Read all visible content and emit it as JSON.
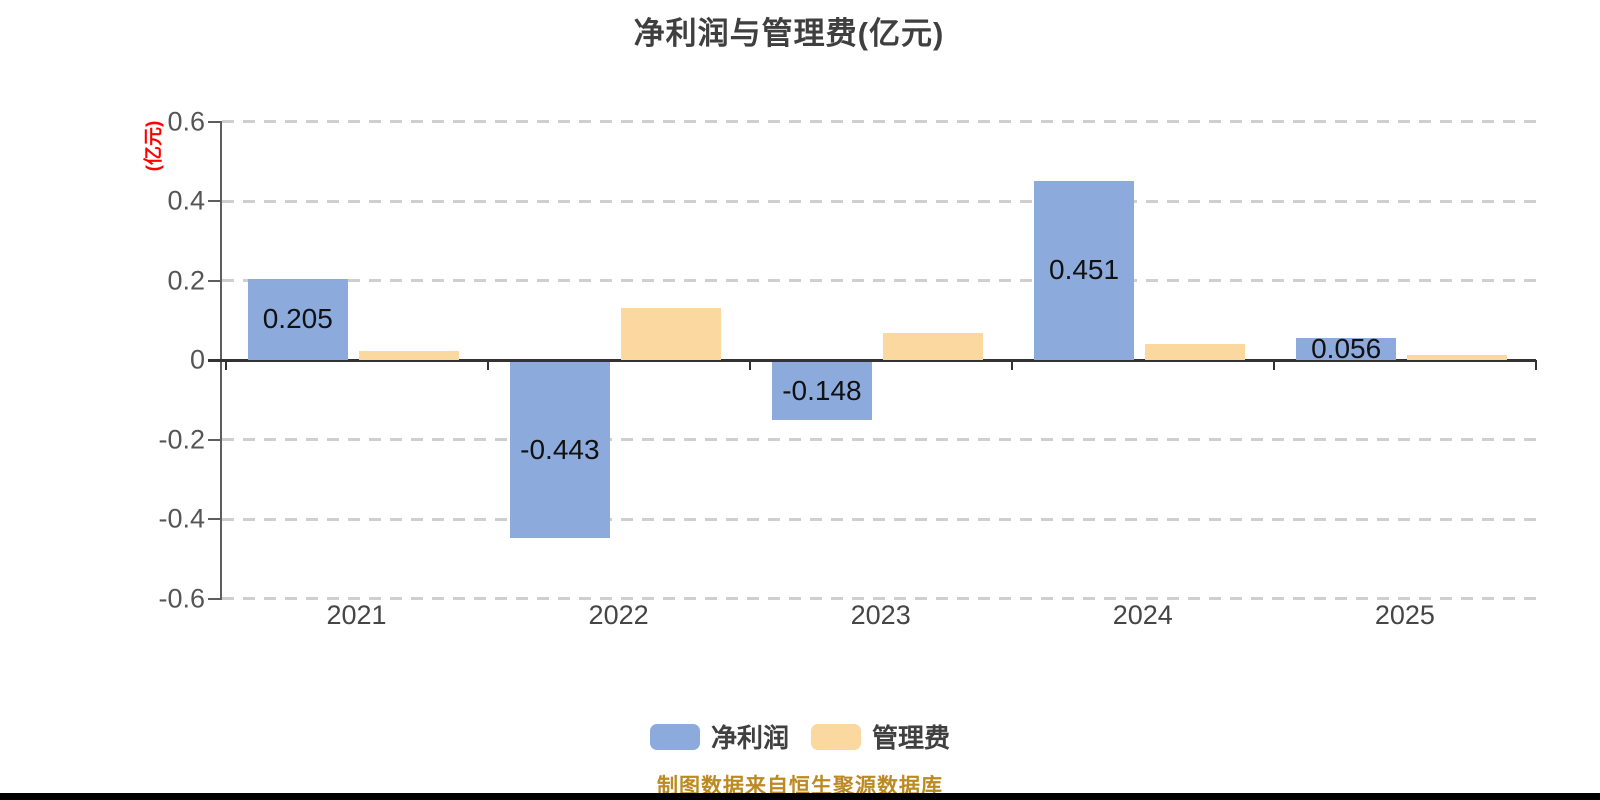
{
  "chart_data": {
    "type": "bar",
    "title": "净利润与管理费(亿元)",
    "unit_label": "(亿元)",
    "categories": [
      "2021",
      "2022",
      "2023",
      "2024",
      "2025"
    ],
    "series": [
      {
        "name": "净利润",
        "color": "#8caadb",
        "values": [
          0.205,
          -0.443,
          -0.148,
          0.451,
          0.056
        ],
        "labels": [
          "0.205",
          "-0.443",
          "-0.148",
          "0.451",
          "0.056"
        ]
      },
      {
        "name": "管理费",
        "color": "#fcd8a1",
        "values": [
          0.023,
          0.13,
          0.068,
          0.04,
          0.013
        ],
        "labels": [
          "",
          "",
          "",
          "",
          ""
        ]
      }
    ],
    "y_ticks": [
      "0.6",
      "0.4",
      "0.2",
      "0",
      "-0.2",
      "-0.4",
      "-0.6"
    ],
    "ylim": [
      -0.6,
      0.6
    ],
    "grid": "horizontal dashed",
    "legend_position": "bottom"
  },
  "footer": {
    "source_text": "制图数据来自恒生聚源数据库"
  },
  "colors": {
    "net_profit_bar": "#8caadb",
    "management_fee_bar": "#fcd8a1",
    "unit_label_red": "#ff0000",
    "source_text_gold": "#bb8a23",
    "title_gray": "#3f3f3f",
    "axis_dark": "#333333",
    "gridline_gray": "#cfcfcf"
  }
}
